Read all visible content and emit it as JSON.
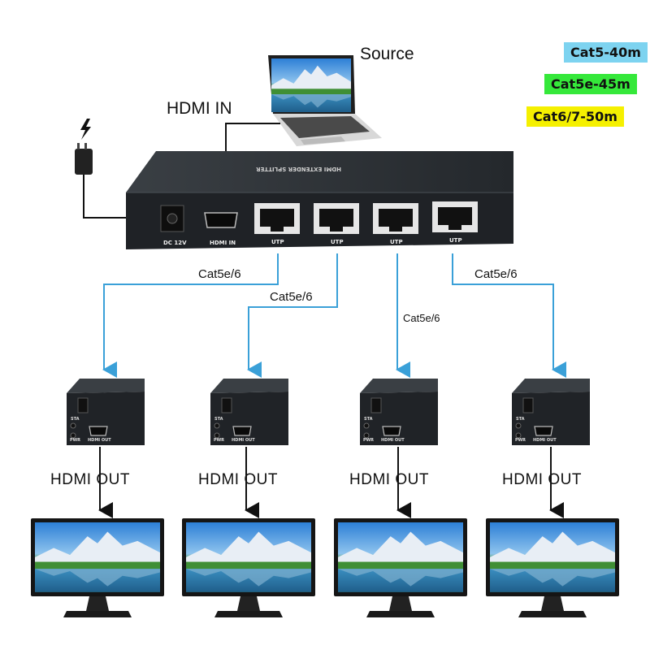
{
  "source_label": "Source",
  "hdmi_in_label": "HDMI IN",
  "cable_specs": [
    {
      "label": "Cat5-40m",
      "color": "#7dd3f0"
    },
    {
      "label": "Cat5e-45m",
      "color": "#35e83a"
    },
    {
      "label": "Cat6/7-50m",
      "color": "#f5f000"
    }
  ],
  "splitter": {
    "top_text": "HDMI EXTENDER SPLITTER",
    "dc_label": "DC  12V",
    "hdmi_port_label": "HDMI IN",
    "utp_labels": [
      "UTP",
      "UTP",
      "UTP",
      "UTP"
    ]
  },
  "cable_labels": [
    "Cat5e/6",
    "Cat5e/6",
    "Cat5e/6",
    "Cat5e/6"
  ],
  "receiver": {
    "sta_label": "STA",
    "pwr_label": "PWR",
    "hdmi_out_port_label": "HDMI OUT"
  },
  "output_labels": [
    "HDMI  OUT",
    "HDMI  OUT",
    "HDMI  OUT",
    "HDMI  OUT"
  ],
  "colors": {
    "device_body": "#2b2f33",
    "device_top": "#3c4146",
    "cable_line": "#3aa0d8",
    "wire": "#111111"
  },
  "icons": [
    "lightning-icon",
    "power-adapter-icon",
    "laptop-icon",
    "monitor-icon"
  ]
}
